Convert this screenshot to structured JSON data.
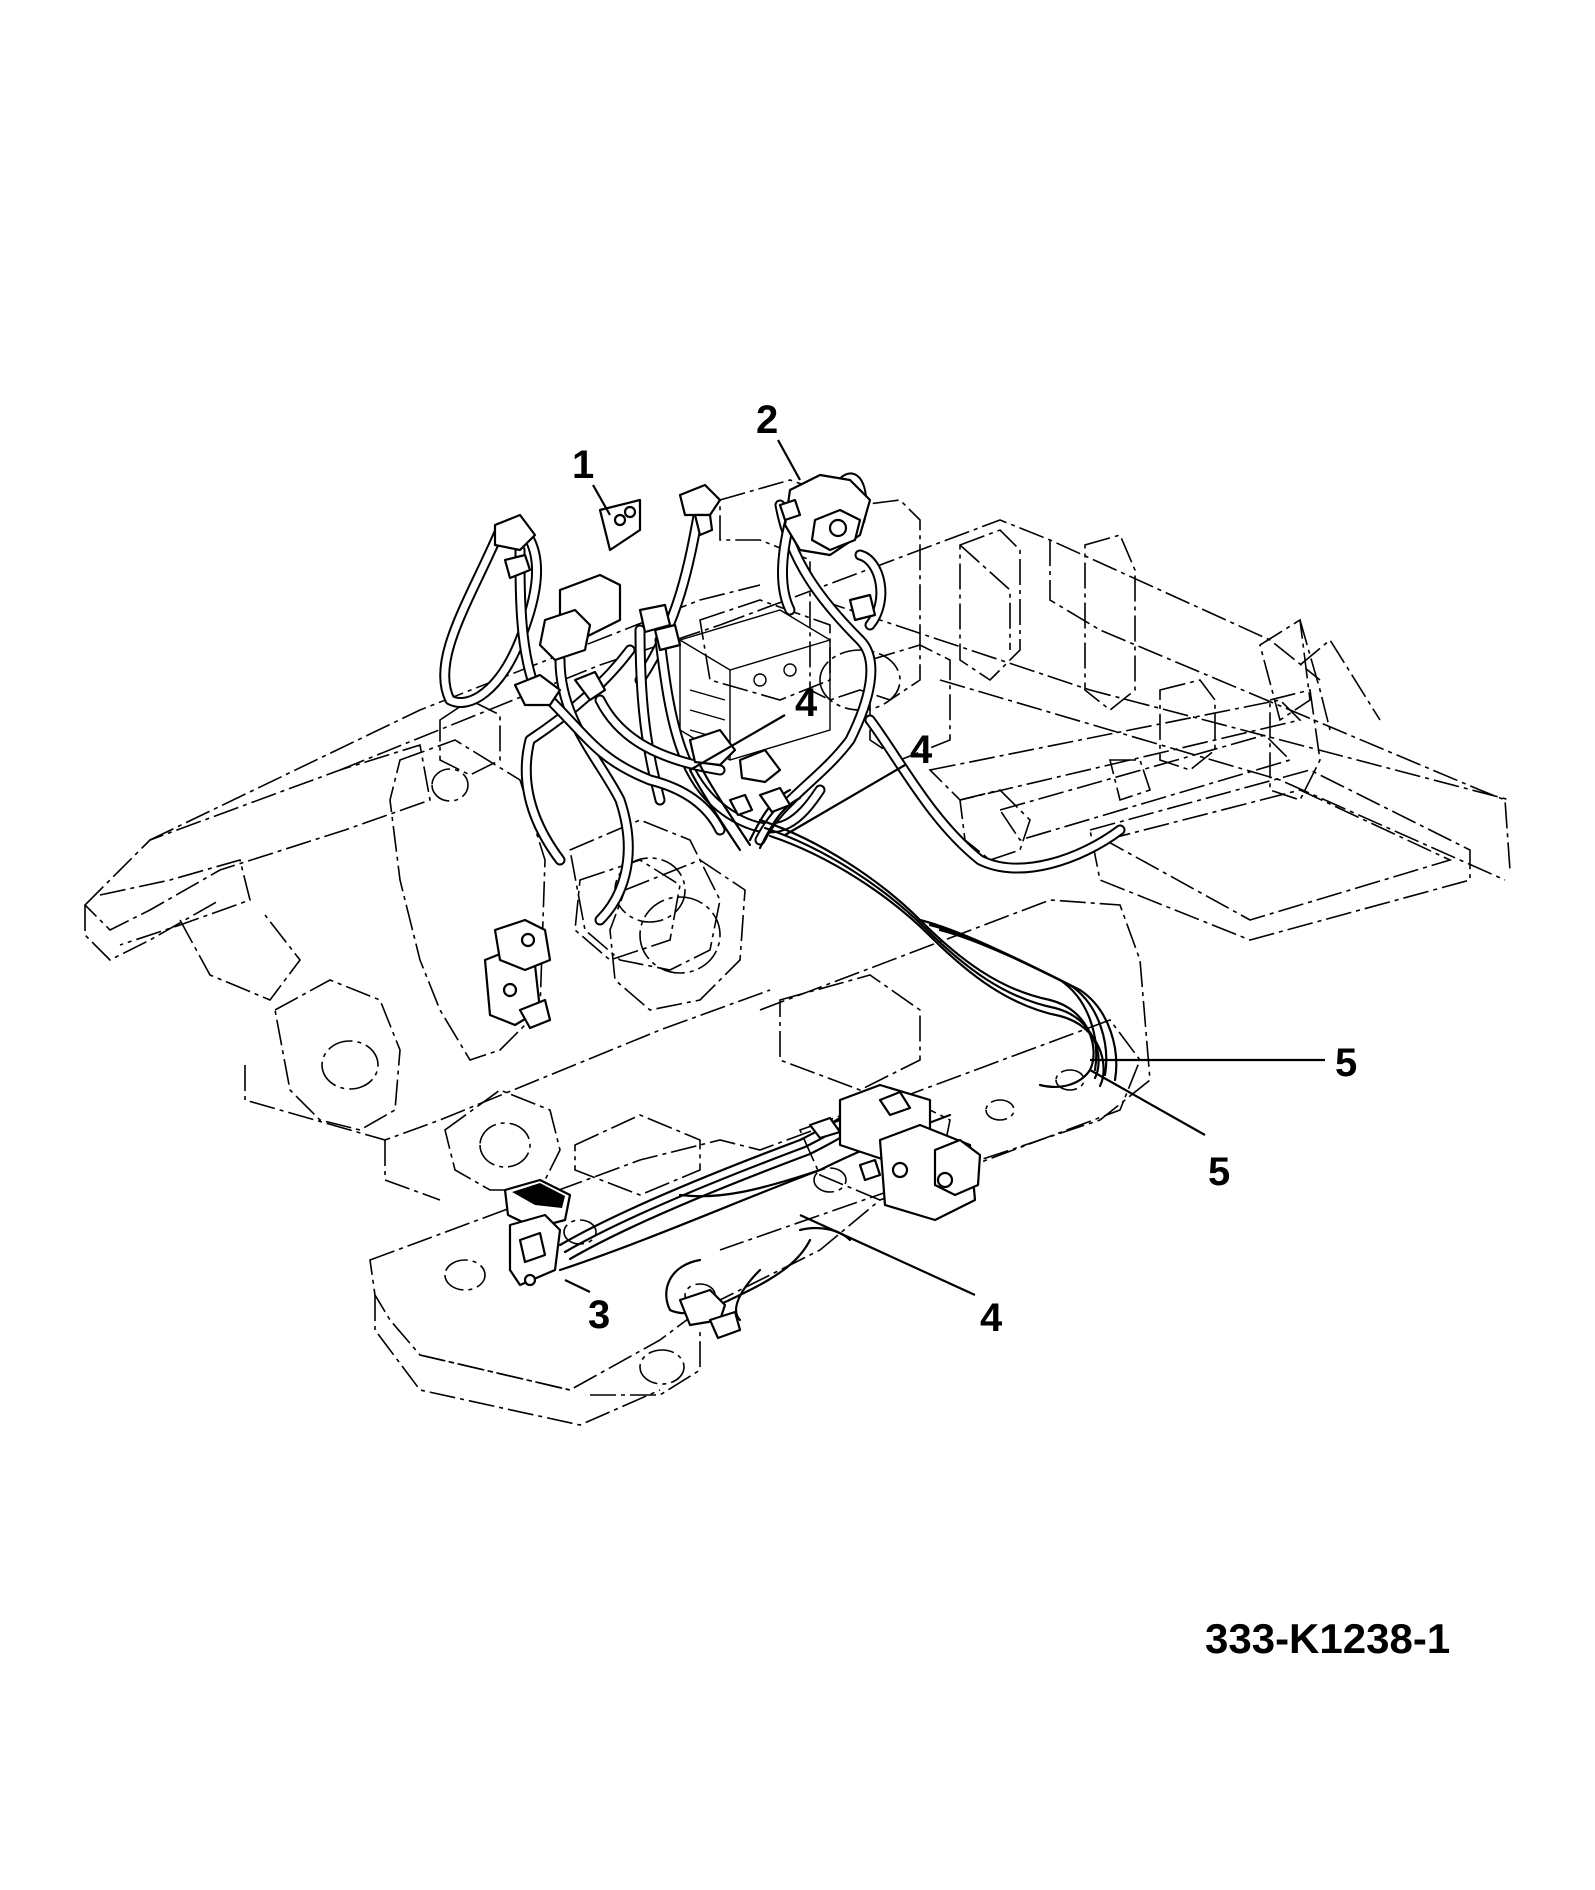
{
  "callouts": [
    {
      "id": "1",
      "label": "1"
    },
    {
      "id": "2",
      "label": "2"
    },
    {
      "id": "3",
      "label": "3"
    },
    {
      "id": "4a",
      "label": "4"
    },
    {
      "id": "4b",
      "label": "4"
    },
    {
      "id": "4c",
      "label": "4"
    },
    {
      "id": "5a",
      "label": "5"
    },
    {
      "id": "5b",
      "label": "5"
    }
  ],
  "drawing_number": "333-K1238-1"
}
